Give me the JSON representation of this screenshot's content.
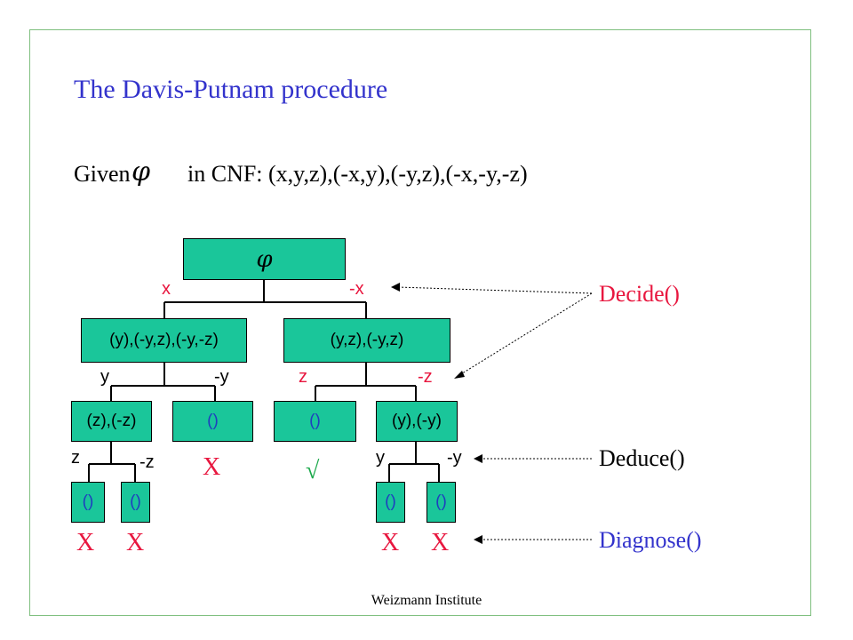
{
  "title": "The Davis-Putnam procedure",
  "given": {
    "prefix": "Given",
    "symbol": "φ",
    "text": "in CNF: (x,y,z),(-x,y),(-y,z),(-x,-y,-z)"
  },
  "tree": {
    "root": "φ",
    "level1": {
      "left_edge": "x",
      "right_edge": "-x",
      "left": "(y),(-y,z),(-y,-z)",
      "right": "(y,z),(-y,z)"
    },
    "level2": {
      "ll_edge": "y",
      "lr_edge": "-y",
      "rl_edge": "z",
      "rr_edge": "-z",
      "ll": "(z),(-z)",
      "lr": "()",
      "rl": "()",
      "rr": "(y),(-y)"
    },
    "level3": {
      "lll_edge": "z",
      "llr_edge": "-z",
      "rrl_edge": "y",
      "rrr_edge": "-y",
      "lll": "()",
      "llr": "()",
      "rrl": "()",
      "rrr": "()"
    },
    "marks": {
      "conflict": "X",
      "satisfied": "√"
    }
  },
  "annotations": {
    "decide": "Decide()",
    "deduce": "Deduce()",
    "diagnose": "Diagnose()"
  },
  "footer": "Weizmann Institute",
  "colors": {
    "title": "#3333cc",
    "node_fill": "#1ac69a",
    "decision_red": "#e8173f",
    "empty_clause_blue": "#1f3fbf",
    "satisfied_green": "#1aa84a",
    "diagnose_blue": "#3333cc",
    "frame": "#7fbf7f"
  }
}
